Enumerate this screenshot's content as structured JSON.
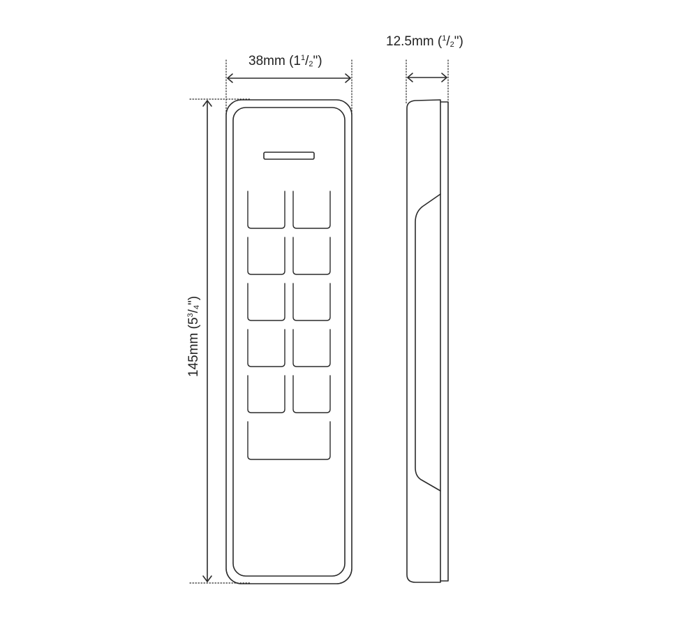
{
  "diagram": {
    "title": "Keypad remote dimensions",
    "colors": {
      "line": "#2a2a2a",
      "background": "#ffffff",
      "dimension": "#333333"
    },
    "dimensions": {
      "width": {
        "mm": "38mm (",
        "whole": "1",
        "num": "1",
        "den": "2",
        "close": "\")"
      },
      "depth": {
        "mm": "12.5mm (",
        "whole": "",
        "num": "1",
        "den": "2",
        "close": "\")"
      },
      "height": {
        "mm": "145mm (",
        "whole": "5",
        "num": "3",
        "den": "4",
        "close": "\")"
      }
    },
    "front_view": {
      "indicator": "led-slot",
      "button_rows": 5,
      "button_cols": 2,
      "wide_button_count": 1
    },
    "side_view": {
      "grip": "thumb-recess"
    }
  }
}
